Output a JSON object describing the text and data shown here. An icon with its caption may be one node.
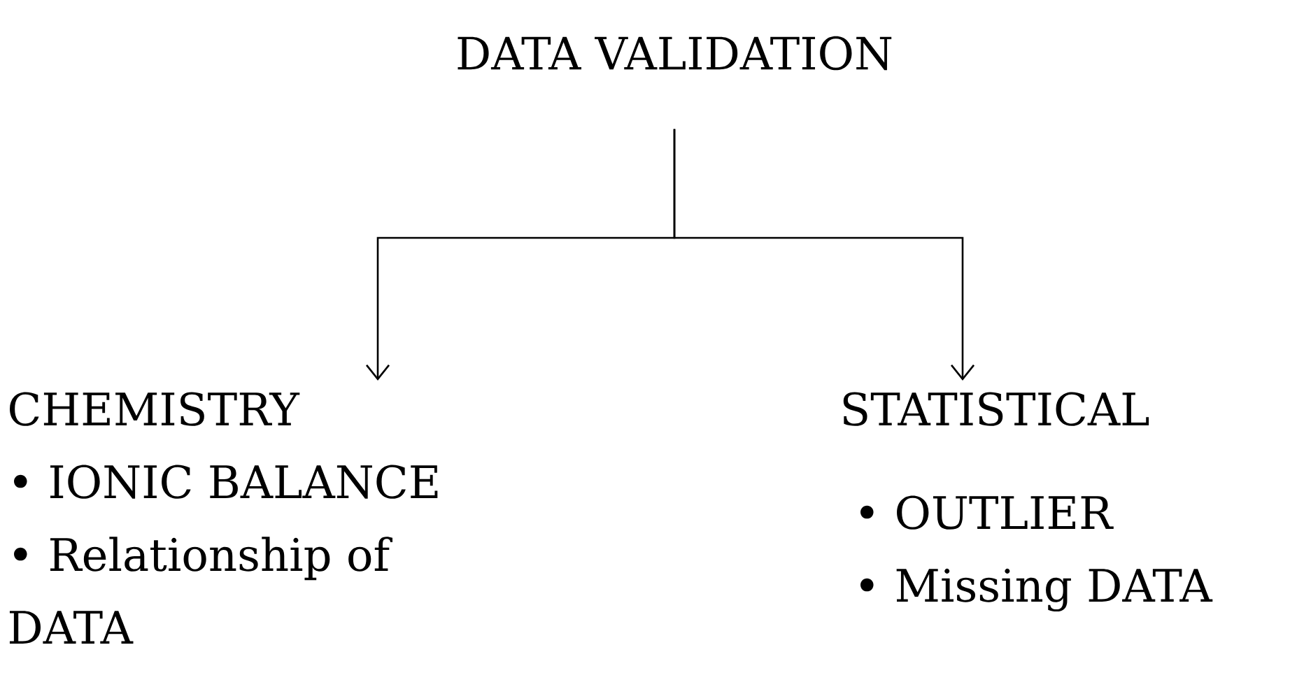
{
  "diagram": {
    "nodes": [
      {
        "text": [
          "DATA VALIDATION"
        ]
      },
      {
        "text": [
          "CHEMISTRY",
          "• IONIC BALANCE",
          "• Relationship of DATA"
        ]
      },
      {
        "text": [
          "STATISTICAL",
          "• OUTLIER",
          "• Missing DATA"
        ]
      }
    ],
    "edges": [
      {
        "from": 0,
        "to": 1,
        "arrow": "to"
      },
      {
        "from": 0,
        "to": 2,
        "arrow": "to"
      }
    ]
  }
}
